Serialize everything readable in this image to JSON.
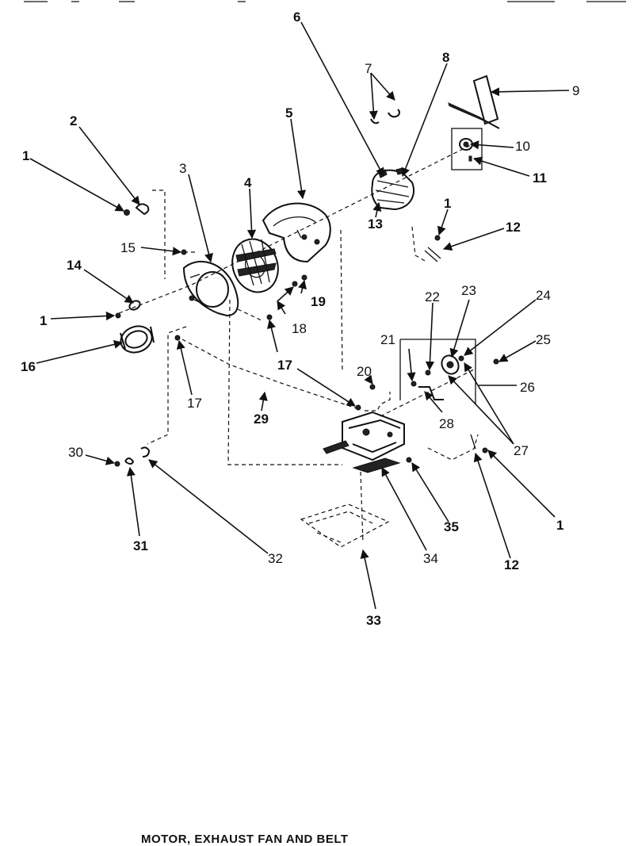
{
  "caption": "MOTOR, EXHAUST FAN AND BELT",
  "labels": {
    "p1": "1",
    "p2": "2",
    "p3": "3",
    "p4": "4",
    "p5": "5",
    "p6": "6",
    "p7": "7",
    "p8": "8",
    "p9": "9",
    "p10": "10",
    "p11": "11",
    "p12": "12",
    "p13": "13",
    "p14": "14",
    "p15": "15",
    "p16": "16",
    "p17": "17",
    "p18": "18",
    "p19": "19",
    "p20": "20",
    "p21": "21",
    "p22": "22",
    "p23": "23",
    "p24": "24",
    "p25": "25",
    "p26": "26",
    "p27": "27",
    "p28": "28",
    "p29": "29",
    "p30": "30",
    "p31": "31",
    "p32": "32",
    "p33": "33",
    "p34": "34",
    "p35": "35"
  }
}
